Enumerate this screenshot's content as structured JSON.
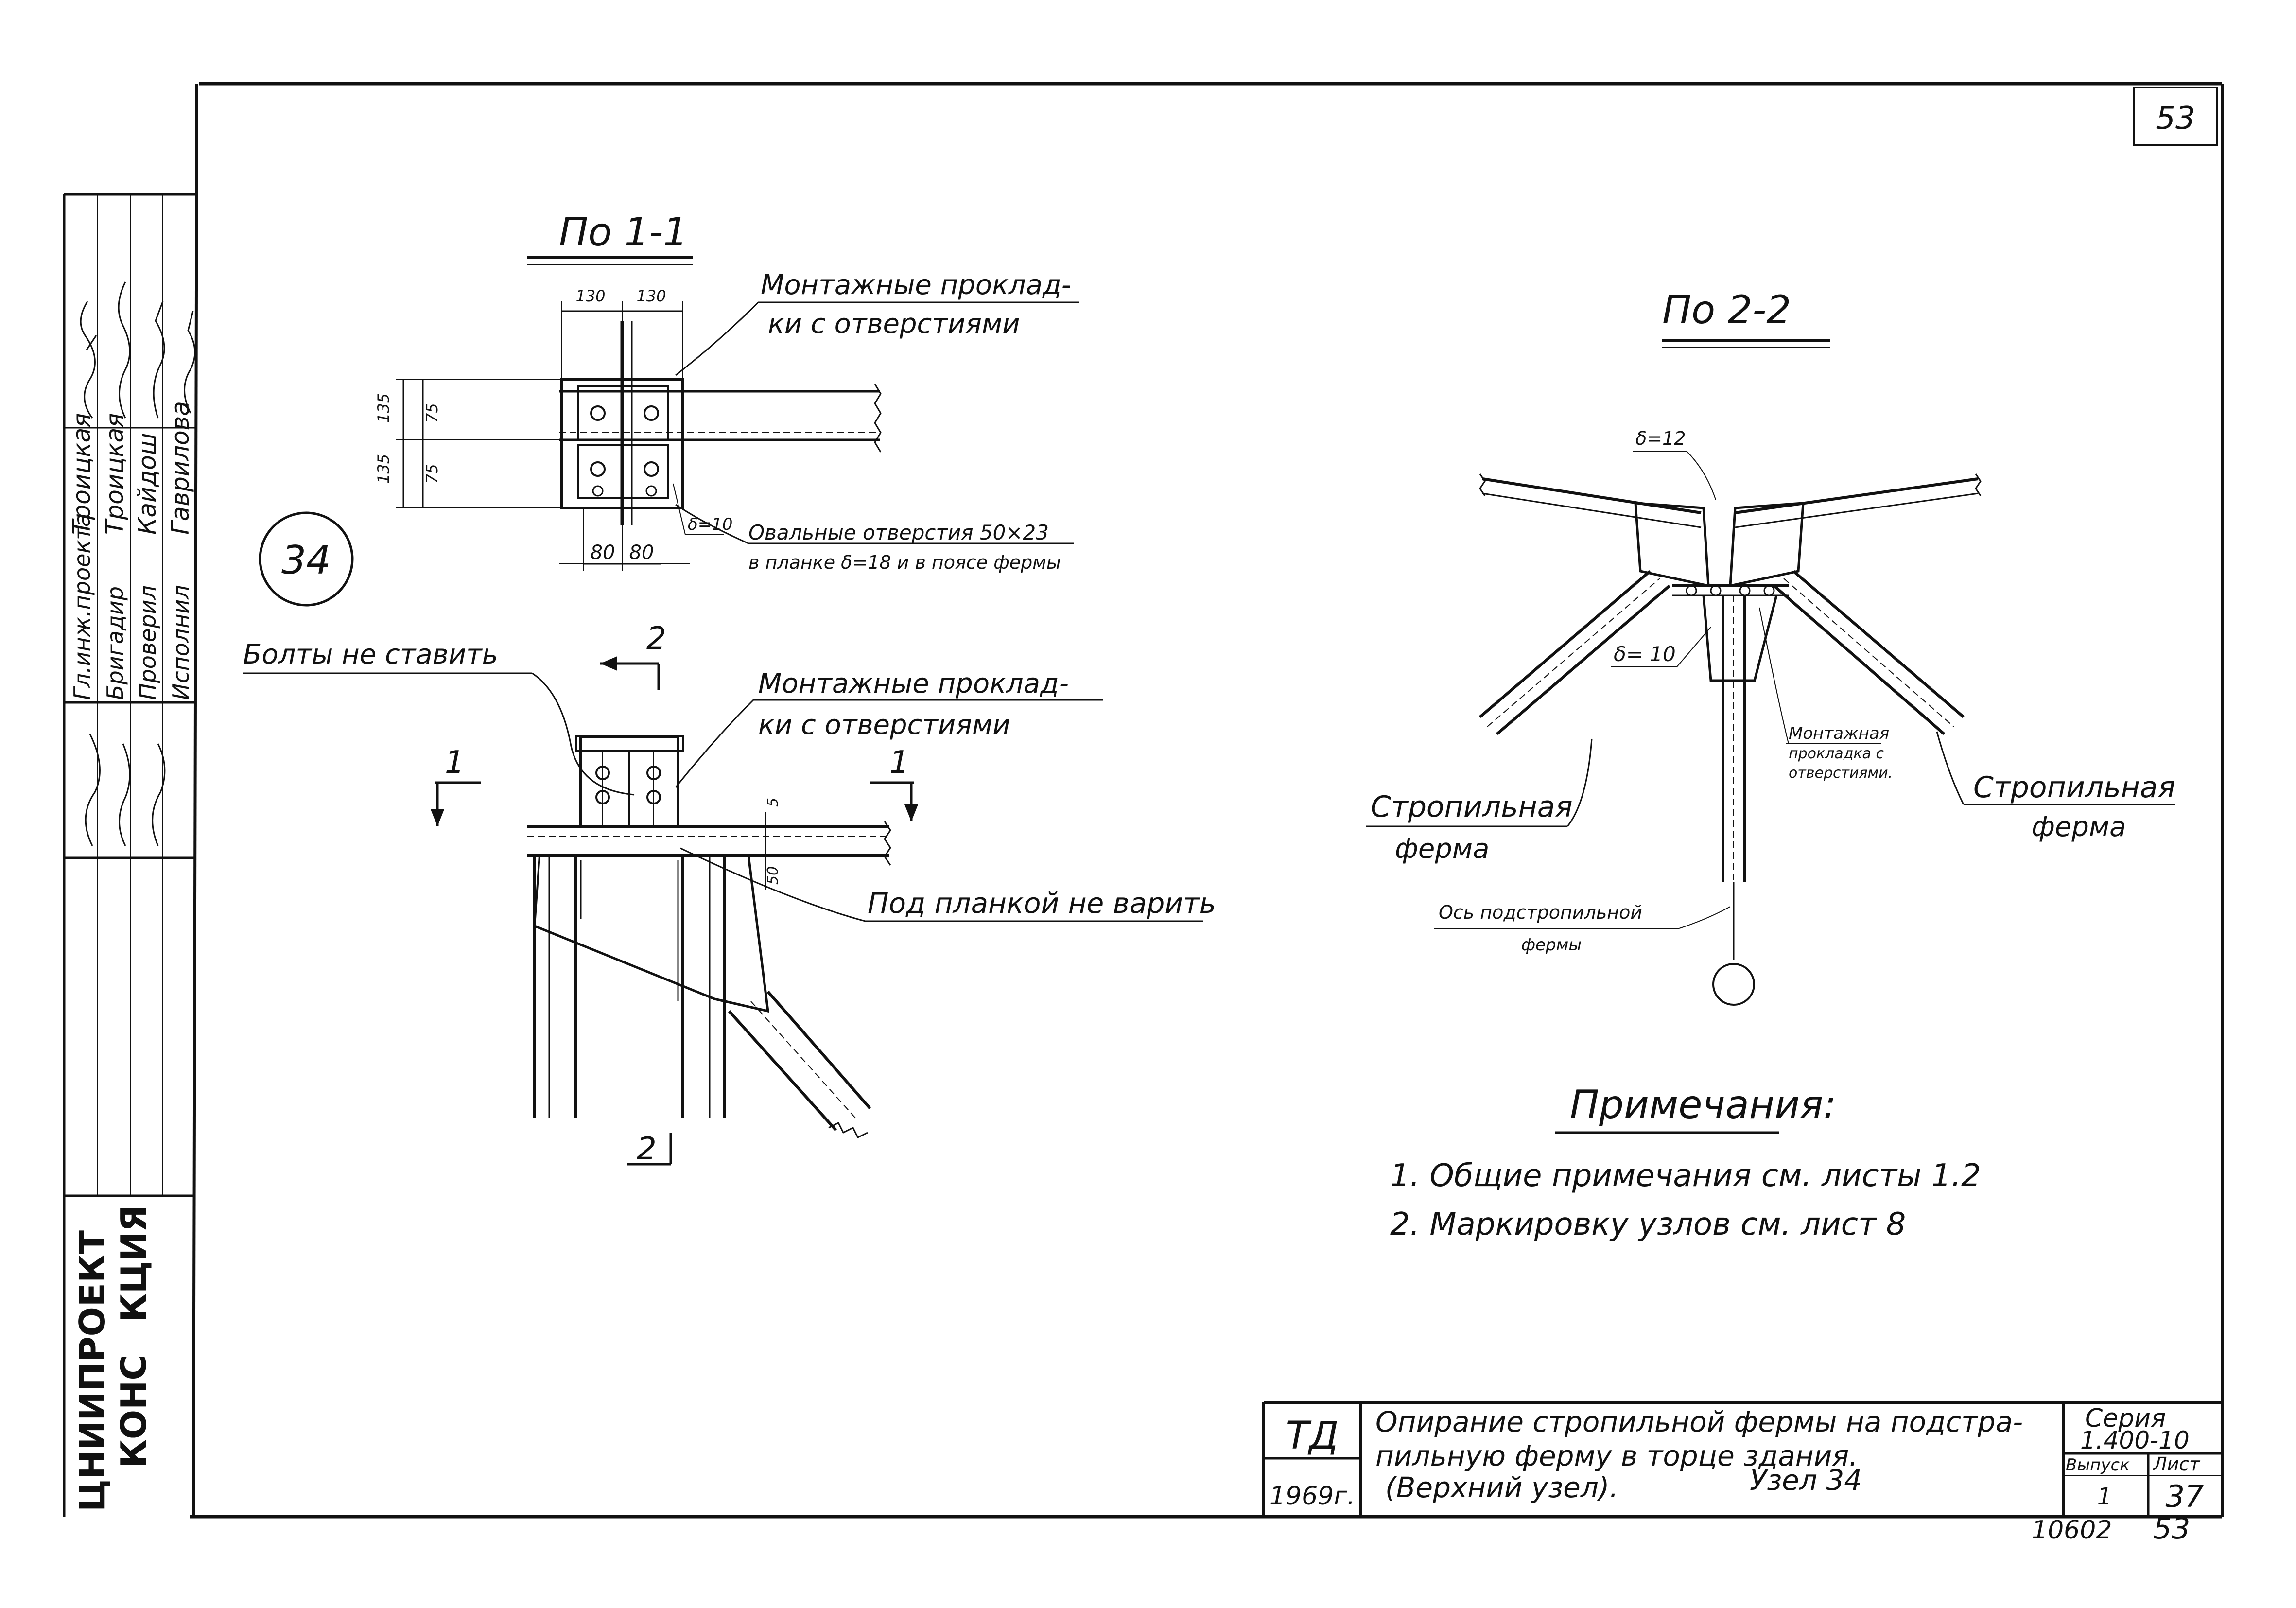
{
  "sheet": {
    "number": "53",
    "bottom_number": "53",
    "archive_number": "10602",
    "node_circle": "34"
  },
  "section_1_1": {
    "title": "По 1-1",
    "dim_top_left": "130",
    "dim_top_right": "130",
    "dim_left_outer_top": "135",
    "dim_left_inner_top": "75",
    "dim_left_inner_bottom": "75",
    "dim_left_outer_bottom": "135",
    "dim_bottom_left": "80",
    "dim_bottom_right": "80",
    "delta": "δ=10",
    "callout_pads_line1": "Монтажные проклад-",
    "callout_pads_line2": "ки с отверстиями",
    "callout_holes_line1": "Овальные отверстия 50×23",
    "callout_holes_line2": "в планке δ=18 и в поясе фермы"
  },
  "elevation": {
    "no_bolts": "Болты не ставить",
    "callout_pads_line1": "Монтажные проклад-",
    "callout_pads_line2": "ки с отверстиями",
    "no_weld": "Под планкой не варить",
    "cut_1_left": "1",
    "cut_1_right": "1",
    "cut_2_top": "2",
    "cut_2_bottom": "2",
    "dim_5": "5",
    "dim_50": "50"
  },
  "section_2_2": {
    "title": "По 2-2",
    "delta_top": "δ=12",
    "delta_mid": "δ= 10",
    "pad_note_line1": "Монтажная",
    "pad_note_line2": "прокладка с",
    "pad_note_line3": "отверстиями.",
    "truss_left_line1": "Стропильная",
    "truss_left_line2": "ферма",
    "truss_right_line1": "Стропильная",
    "truss_right_line2": "ферма",
    "axis_line1": "Ось подстропильной",
    "axis_line2": "фермы"
  },
  "notes": {
    "heading": "Примечания:",
    "items": [
      "1. Общие примечания см. листы 1.2",
      "2. Маркировку узлов см. лист 8"
    ]
  },
  "stamp": {
    "code": "ТД",
    "year": "1969г.",
    "title_line1": "Опирание стропильной фермы на подстра-",
    "title_line2": "пильную ферму в торце здания.",
    "title_line3": "(Верхний узел).",
    "node": "Узел 34",
    "series_label": "Серия",
    "series_value": "1.400-10",
    "issue_label": "Выпуск",
    "issue_value": "1",
    "sheet_label": "Лист",
    "sheet_value": "37"
  },
  "side_block": {
    "rows": [
      {
        "role": "Гл.инж.проекта",
        "name": "Троицкая"
      },
      {
        "role": "Бригадир",
        "name": "Троицкая"
      },
      {
        "role": "Проверил",
        "name": "Кайдош"
      },
      {
        "role": "Исполнил",
        "name": "Гаврилова"
      }
    ],
    "org_line1": "ЦНИИПРОЕКТ",
    "org_line2": "КОНС",
    "org_line3": "КЦИЯ"
  }
}
